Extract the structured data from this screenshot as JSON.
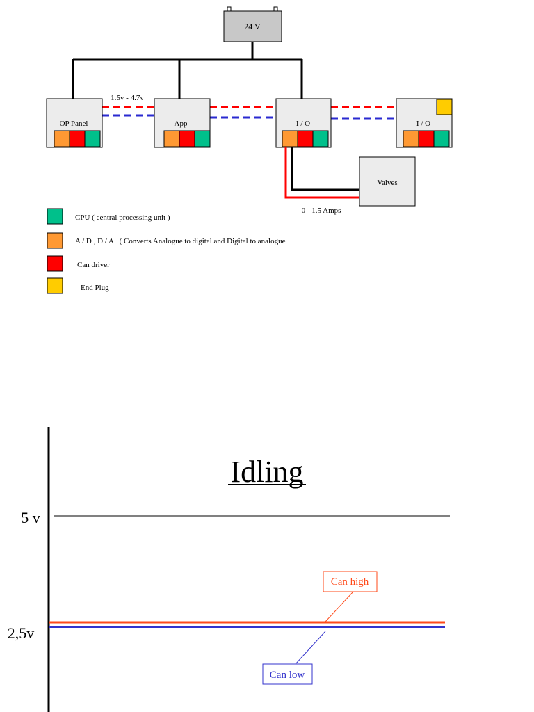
{
  "power": {
    "label": "24 V"
  },
  "voltage_range_label": "1.5v - 4.7v",
  "modules": [
    {
      "id": "op-panel",
      "label": "OP Panel",
      "end_plug": false
    },
    {
      "id": "app",
      "label": "App",
      "end_plug": false
    },
    {
      "id": "io-1",
      "label": "I / O",
      "end_plug": false
    },
    {
      "id": "io-2",
      "label": "I / O",
      "end_plug": true
    }
  ],
  "valves": {
    "label": "Valves"
  },
  "current_label": "0 - 1.5 Amps",
  "legend": [
    {
      "label": "CPU ( central processing unit )",
      "color": "#00c08b"
    },
    {
      "label": "A / D , D / A   ( Converts Analogue to digital and Digital to analogue",
      "color": "#ff9933"
    },
    {
      "label": "Can driver",
      "color": "#ff0000"
    },
    {
      "label": "End Plug",
      "color": "#ffcc00"
    }
  ],
  "colors": {
    "cpu": "#00c08b",
    "adda": "#ff9933",
    "can_driver": "#ff0000",
    "end_plug": "#ffcc00",
    "can_high_line": "#ff0000",
    "can_low_line": "#2a2ad0",
    "module_fill": "#ececec",
    "power_fill": "#c8c8c8"
  },
  "idling": {
    "title": "Idling",
    "y_label_high": "5 v",
    "y_label_mid": "2,5v",
    "can_high_label": "Can high",
    "can_low_label": "Can low",
    "can_high_color": "#ff4a1a",
    "can_low_color": "#3333cc"
  }
}
